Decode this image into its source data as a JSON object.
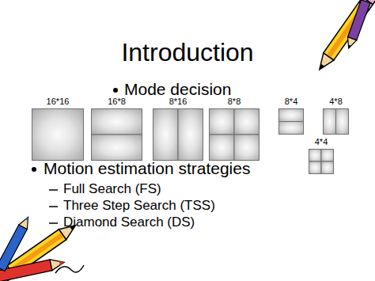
{
  "diagram": {
    "title": "Introduction",
    "nodes": [
      {
        "text": [
          "16*16"
        ]
      },
      {
        "text": [
          "16*8"
        ]
      },
      {
        "text": [
          "8*16"
        ]
      },
      {
        "text": [
          "8*8"
        ]
      },
      {
        "text": [
          "8*4"
        ]
      },
      {
        "text": [
          "4*8"
        ]
      },
      {
        "text": [
          "4*4"
        ]
      }
    ],
    "labels": [
      "Mode decision",
      "Motion estimation strategies",
      "Full Search (FS)",
      "Three Step Search (TSS)",
      "Diamond Search (DS)"
    ]
  }
}
